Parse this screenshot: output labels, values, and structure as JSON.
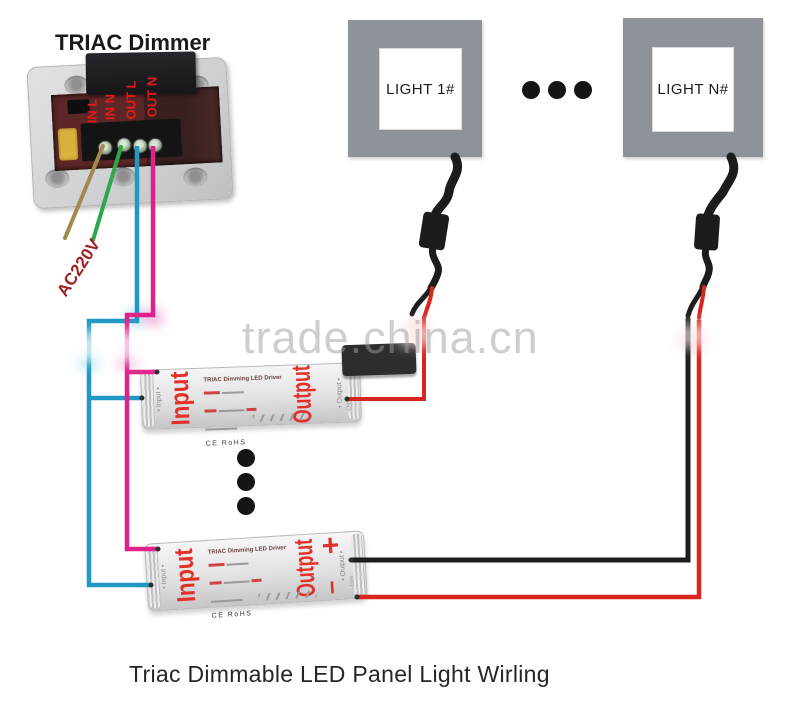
{
  "diagram": {
    "title": "TRIAC Dimmer",
    "caption": "Triac Dimmable LED Panel Light Wirling",
    "watermark": "trade.china.cn"
  },
  "dimmer": {
    "terminal_labels": [
      "IN L",
      "IN N",
      "OUT L",
      "OUT N"
    ],
    "ac_label": "AC220V"
  },
  "lights": [
    {
      "label": "LIGHT 1#"
    },
    {
      "label": "LIGHT N#"
    }
  ],
  "drivers": [
    {
      "input_big": "Input",
      "output_big": "Output",
      "side_input": "• Input •",
      "side_output": "• Output •",
      "model": "TRIAC Dimming LED Driver",
      "cert": "CE RoHS",
      "dim_label": "-Dim"
    },
    {
      "input_big": "Input",
      "output_big": "Output",
      "side_input": "• Input •",
      "side_output": "• Output •",
      "model": "TRIAC Dimming LED Driver",
      "cert": "CE RoHS",
      "dim_label": "-Dim",
      "plus": "+",
      "minus": "−"
    }
  ],
  "repeat_dots": {
    "between_lights": 3,
    "between_drivers": 3
  },
  "colors": {
    "wire_live_khaki": "#a18a4d",
    "wire_neutral_green": "#2fa64e",
    "wire_out_blue": "#2098c5",
    "wire_out_magenta": "#e0218a",
    "wire_positive_black": "#1c1c1c",
    "wire_negative_red": "#d9251f",
    "light_frame_gray": "#8e939a",
    "terminal_label_red": "#e21b1b"
  }
}
